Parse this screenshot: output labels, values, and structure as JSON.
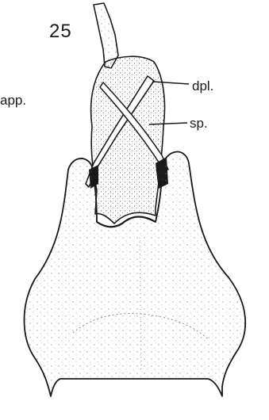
{
  "figure": {
    "number": "25",
    "labels": {
      "app": "app.",
      "dpl": "dpl.",
      "sp": "sp."
    }
  },
  "colors": {
    "ink": "#1a1a1a",
    "background": "#ffffff",
    "shading": "#7a7a7a"
  }
}
